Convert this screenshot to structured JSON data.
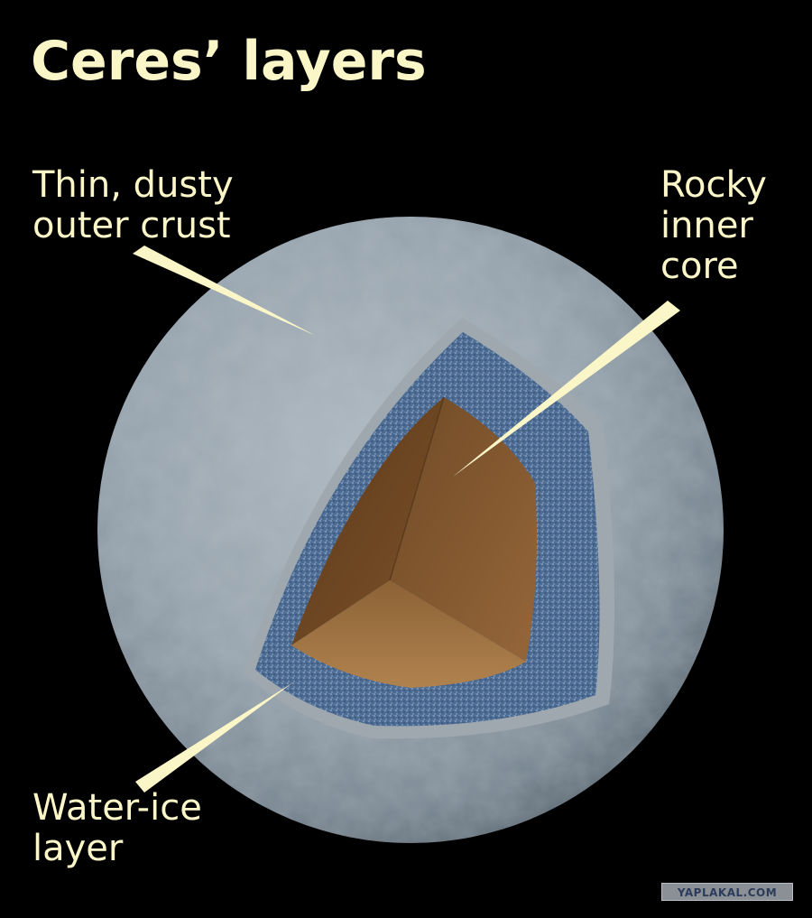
{
  "title": "Ceres’ layers",
  "labels": {
    "crust": [
      "Thin, dusty",
      "outer crust"
    ],
    "core": [
      "Rocky",
      "inner",
      "core"
    ],
    "water": [
      "Water-ice",
      "layer"
    ]
  },
  "watermark": "YAPLAKAL.COM",
  "colors": {
    "background": "#000000",
    "text": "#fbf6c8",
    "crust": "#8e9aa4",
    "ice": "#4f6f97",
    "core": "#7a5228"
  }
}
